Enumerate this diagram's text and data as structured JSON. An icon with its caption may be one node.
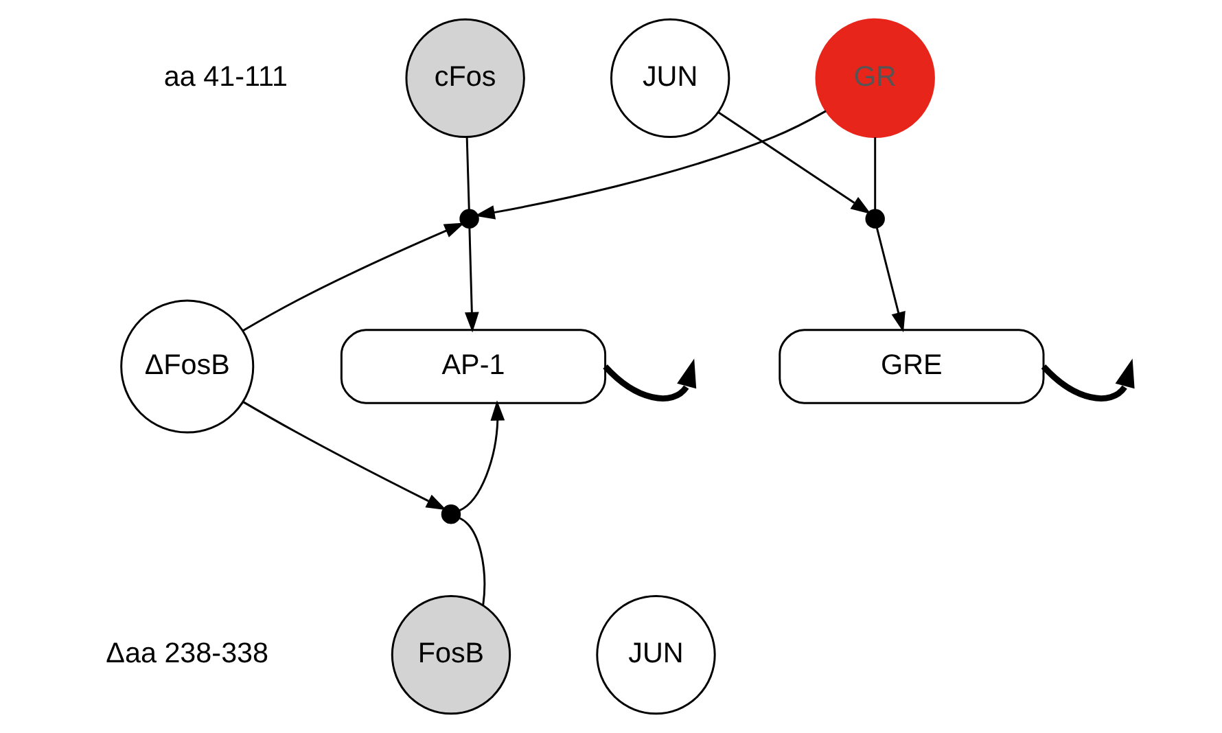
{
  "diagram": {
    "nodes": [
      {
        "text": [
          "cFos"
        ]
      },
      {
        "text": [
          "JUN"
        ]
      },
      {
        "text": [
          "GR"
        ]
      },
      {
        "text": [],
        "shape": "cross"
      },
      {
        "text": [],
        "shape": "cross"
      },
      {
        "text": [
          "ΔFosB"
        ]
      },
      {
        "text": [
          "AP-1"
        ]
      },
      {
        "text": [
          "GRE"
        ]
      },
      {
        "text": [],
        "shape": "cross"
      },
      {
        "text": [
          "FosB"
        ]
      },
      {
        "text": [
          "JUN"
        ]
      }
    ],
    "edges": [
      {
        "from": 0,
        "to": 3,
        "arrow": "none"
      },
      {
        "from": 3,
        "to": 6,
        "arrow": "to"
      },
      {
        "from": 2,
        "to": 3,
        "arrow": "to"
      },
      {
        "from": 1,
        "to": 4,
        "arrow": "to"
      },
      {
        "from": 2,
        "to": 4,
        "arrow": "none"
      },
      {
        "from": 4,
        "to": 7,
        "arrow": "to"
      },
      {
        "from": 5,
        "to": 3,
        "arrow": "to"
      },
      {
        "from": 5,
        "to": 8,
        "arrow": "to"
      },
      {
        "from": 9,
        "to": 8,
        "arrow": "none"
      },
      {
        "from": 8,
        "to": 6,
        "arrow": "to"
      },
      {
        "from": 6,
        "to": null,
        "arrow": "to",
        "style": "thick"
      },
      {
        "from": 7,
        "to": null,
        "arrow": "to",
        "style": "thick"
      }
    ],
    "labels": [
      "aa 41-111",
      "Δaa 238-338"
    ]
  }
}
